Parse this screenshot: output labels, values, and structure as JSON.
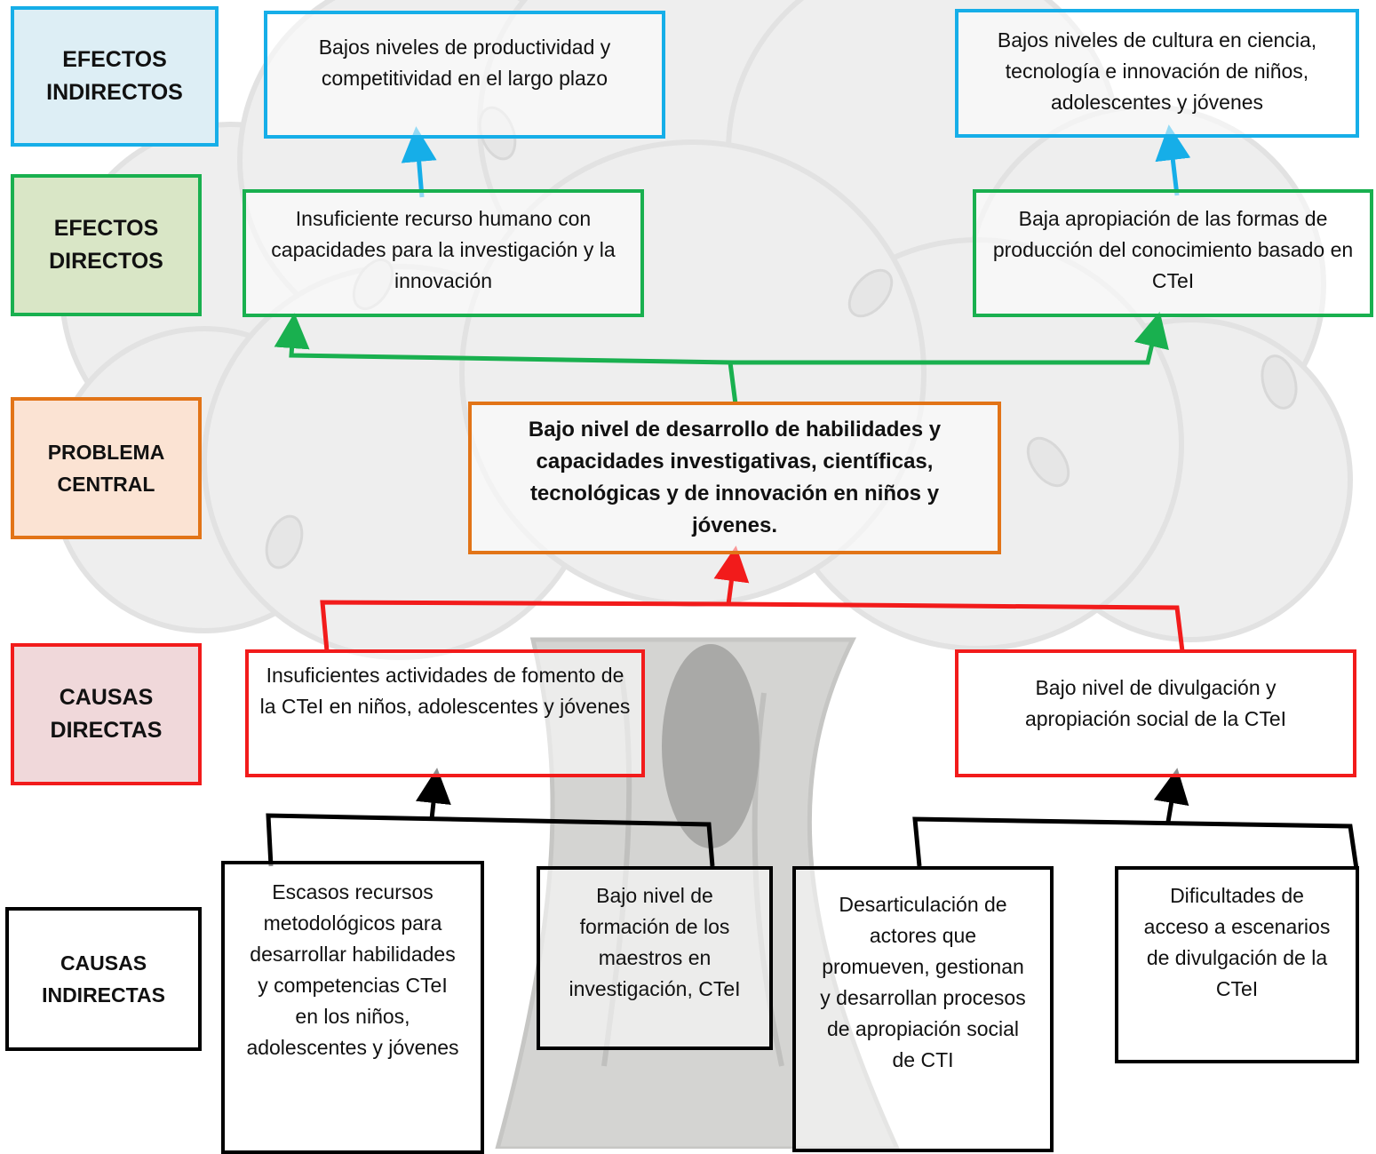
{
  "row_labels": {
    "efectos_indirectos": "EFECTOS INDIRECTOS",
    "efectos_directos": "EFECTOS DIRECTOS",
    "problema_central": "PROBLEMA CENTRAL",
    "causas_directas": "CAUSAS DIRECTAS",
    "causas_indirectas": "CAUSAS INDIRECTAS"
  },
  "efectos_indirectos": [
    "Bajos niveles de productividad y competitividad en el largo plazo",
    "Bajos niveles de cultura en ciencia, tecnología e innovación de niños, adolescentes y jóvenes"
  ],
  "efectos_directos": [
    "Insuficiente recurso humano con capacidades para la investigación y la innovación",
    "Baja apropiación de las formas de producción del conocimiento basado en CTeI"
  ],
  "problema_central": "Bajo nivel de desarrollo de habilidades y capacidades investigativas, científicas, tecnológicas y de innovación en niños y jóvenes.",
  "causas_directas": [
    "Insuficientes actividades de fomento de la CTeI en niños, adolescentes y jóvenes",
    "Bajo nivel de divulgación y apropiación social de la CTeI"
  ],
  "causas_indirectas": [
    "Escasos recursos metodológicos para desarrollar habilidades y competencias CTeI en los niños, adolescentes y jóvenes",
    "Bajo nivel de formación de los maestros en investigación, CTeI",
    "Desarticulación de actores que promueven, gestionan y desarrollan procesos de apropiación social de CTI",
    "Dificultades de acceso a escenarios de divulgación de la CTeI"
  ],
  "colors": {
    "efectos_indirectos": "#16aee8",
    "efectos_directos": "#19b04f",
    "problema_central": "#e27417",
    "causas_directas": "#f21b1b",
    "causas_indirectas": "#000000"
  }
}
